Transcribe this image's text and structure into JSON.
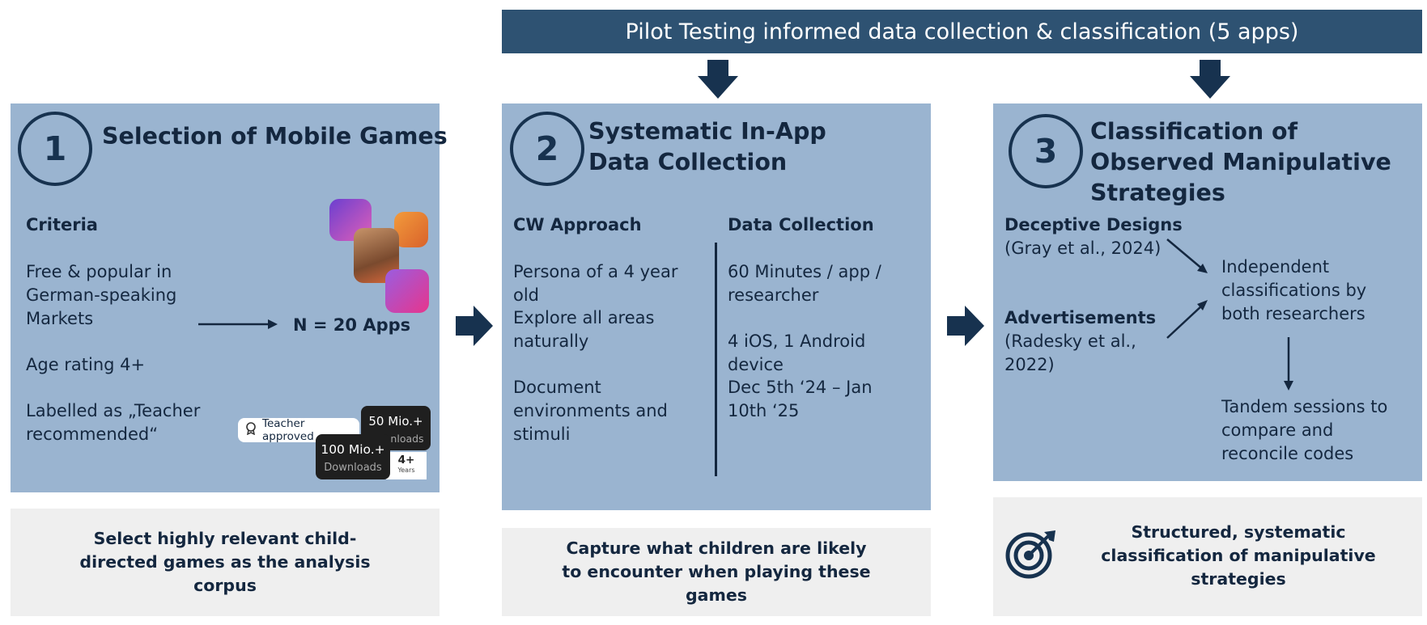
{
  "banner": {
    "text": "Pilot Testing informed data collection & classification (5 apps)"
  },
  "step1": {
    "number": "1",
    "title": "Selection of Mobile Games",
    "criteria_heading": "Criteria",
    "criteria": [
      "Free & popular in German-speaking Markets",
      "Age rating 4+",
      "Labelled as „Teacher recommended“"
    ],
    "result": "N = 20 Apps",
    "badges": {
      "teacher": "Teacher approved",
      "downloads_back_value": "50 Mio.+",
      "downloads_back_label": "nloads",
      "downloads_front_value": "100 Mio.+",
      "downloads_front_label": "Downloads",
      "age_value": "4+",
      "age_label": "Years"
    },
    "footer": "Select highly relevant child-directed games as the analysis corpus"
  },
  "step2": {
    "number": "2",
    "title": "Systematic In-App Data Collection",
    "left_heading": "CW Approach",
    "left_items": [
      "Persona of a 4 year old",
      "Explore all areas naturally",
      "Document environments and stimuli"
    ],
    "right_heading": "Data Collection",
    "right_items": [
      "60 Minutes / app / researcher",
      "4 iOS, 1 Android device",
      "Dec 5th ‘24 – Jan 10th ‘25"
    ],
    "footer": "Capture what children are likely to encounter when playing these games"
  },
  "step3": {
    "number": "3",
    "title": "Classification of Observed Manipulative Strategies",
    "source1_heading": "Deceptive Designs",
    "source1_ref": "(Gray et al., 2024)",
    "source2_heading": "Advertisements",
    "source2_ref": "(Radesky et al., 2022)",
    "outcome1": "Independent classifications by both researchers",
    "outcome2": "Tandem sessions to compare and reconcile codes",
    "footer": "Structured, systematic classification of manipulative strategies"
  },
  "colors": {
    "banner": "#2e5272",
    "panel": "#9ab4d0",
    "footer": "#efefef",
    "arrow": "#17324f",
    "text": "#14273f"
  },
  "icons": [
    "down-arrow-icon",
    "right-arrow-icon",
    "target-icon",
    "teacher-badge-icon"
  ]
}
